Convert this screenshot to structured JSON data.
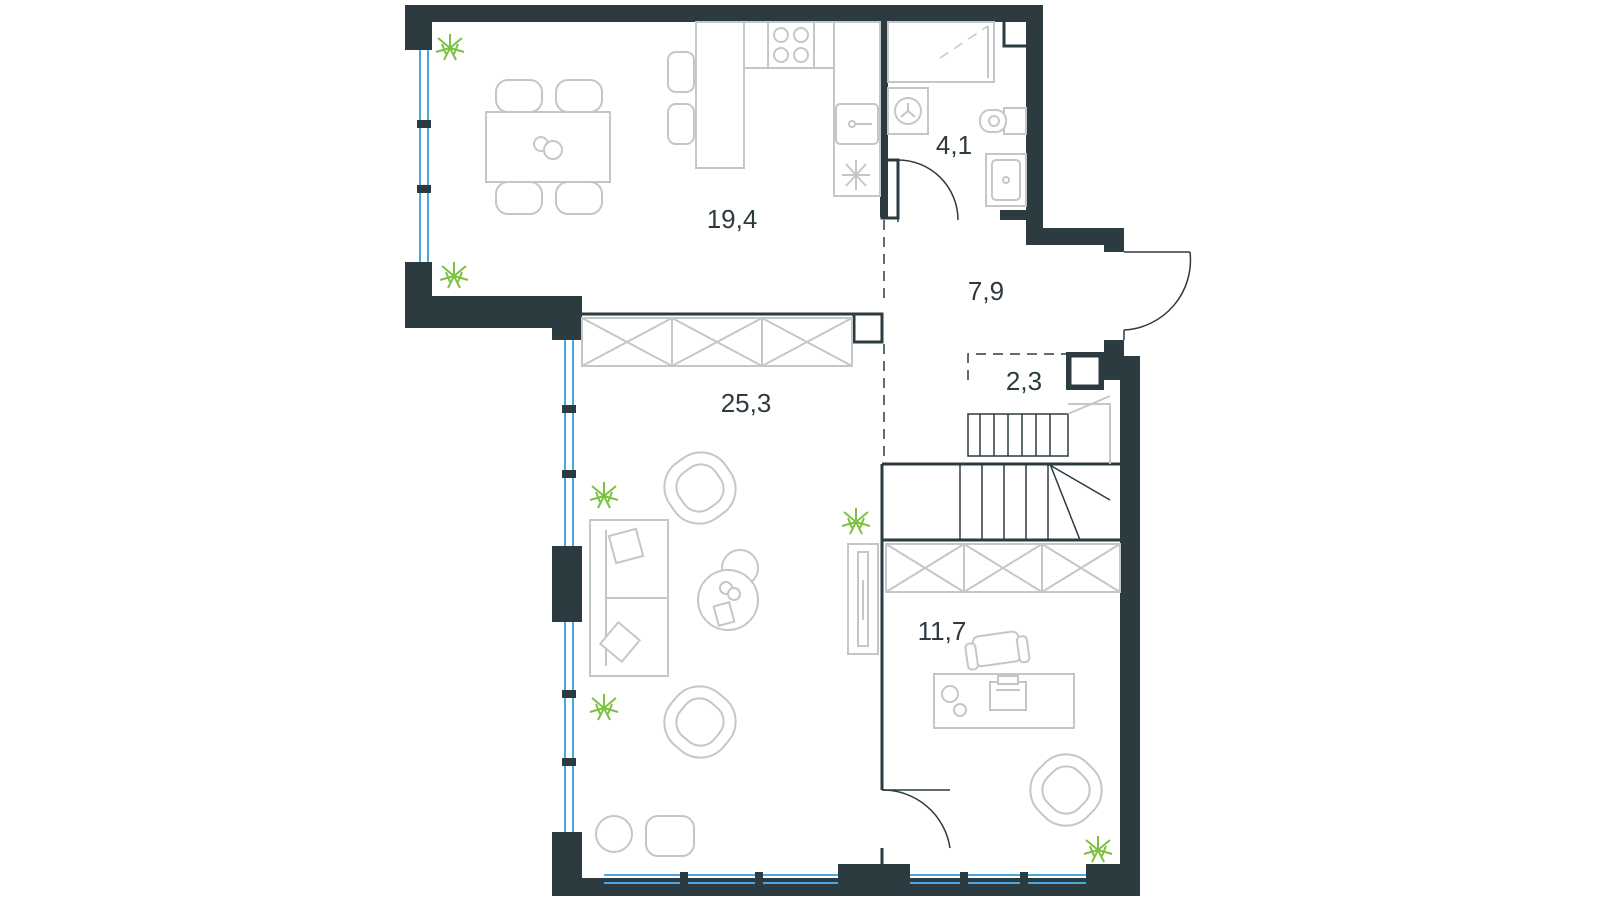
{
  "plan": {
    "rooms": [
      {
        "id": "kitchen",
        "area": "19,4"
      },
      {
        "id": "bathroom",
        "area": "4,1"
      },
      {
        "id": "hall",
        "area": "7,9"
      },
      {
        "id": "storage",
        "area": "2,3"
      },
      {
        "id": "living",
        "area": "25,3"
      },
      {
        "id": "bedroom",
        "area": "11,7"
      }
    ]
  },
  "colors": {
    "wall": "#2b3b40",
    "window": "#49a8df",
    "furniture": "#c4c7c9",
    "plant": "#7cc242"
  }
}
